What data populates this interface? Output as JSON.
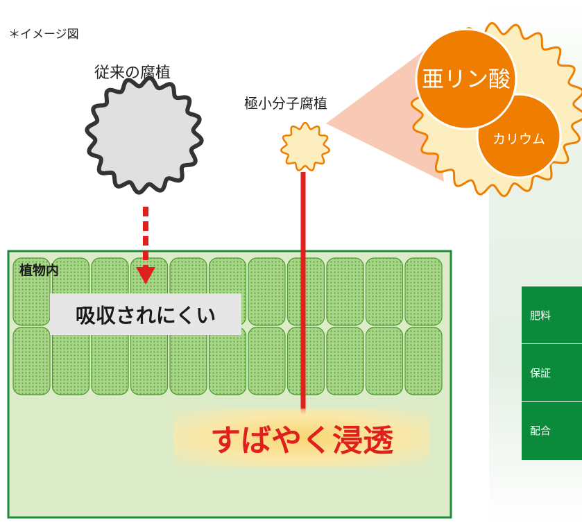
{
  "note": "＊イメージ図",
  "labels": {
    "conventional": "従来の腐植",
    "small_molecule": "極小分子腐植",
    "phosphite": "亜リン酸",
    "potassium": "カリウム",
    "in_plant": "植物内",
    "hard_absorb": "吸収されにくい",
    "fast_penetrate": "すばやく浸透"
  },
  "table": {
    "rows": [
      "肥料",
      "保証",
      "配合"
    ]
  },
  "colors": {
    "green": "#0a8a3a",
    "red": "#e0201c",
    "orange": "#ef7d00",
    "cream": "#fdeec0"
  }
}
